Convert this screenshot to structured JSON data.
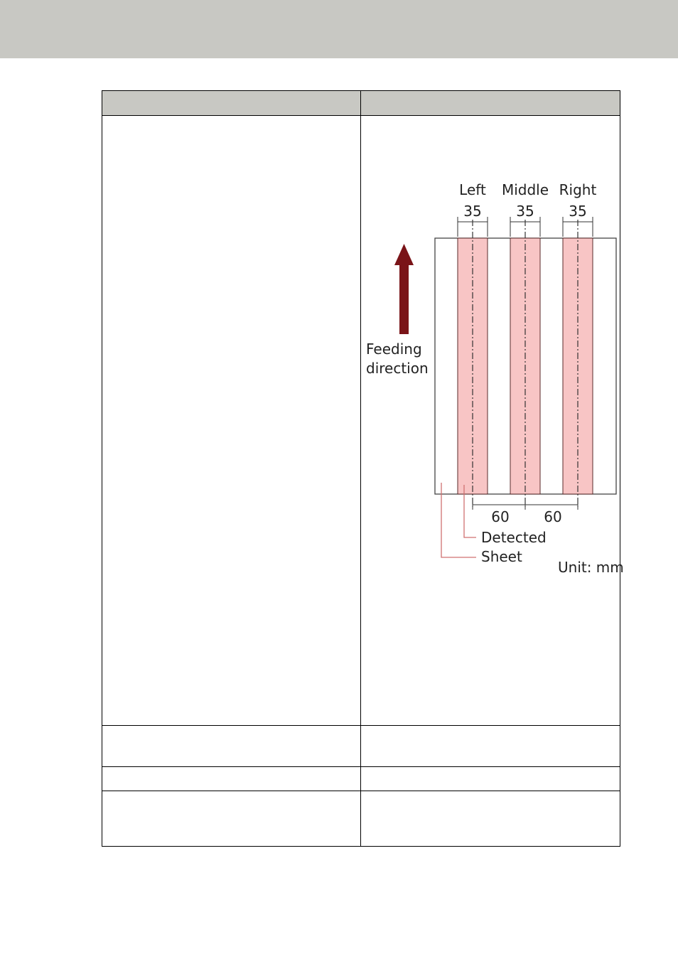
{
  "table": {
    "header": [
      "",
      ""
    ],
    "rows": [
      [
        "",
        ""
      ],
      [
        "",
        ""
      ],
      [
        "",
        ""
      ],
      [
        "",
        ""
      ]
    ]
  },
  "diagram": {
    "zones": [
      {
        "label": "Left",
        "width": "35"
      },
      {
        "label": "Middle",
        "width": "35"
      },
      {
        "label": "Right",
        "width": "35"
      }
    ],
    "spacings": [
      "60",
      "60"
    ],
    "arrow_label_line1": "Feeding",
    "arrow_label_line2": "direction",
    "legend_detected": "Detected",
    "legend_sheet": "Sheet",
    "unit": "Unit: mm",
    "colors": {
      "arrow": "#7a1418",
      "zone_fill": "#f8c5c5",
      "zone_stroke": "#5a2a2a",
      "leader_line": "#d07070"
    }
  }
}
